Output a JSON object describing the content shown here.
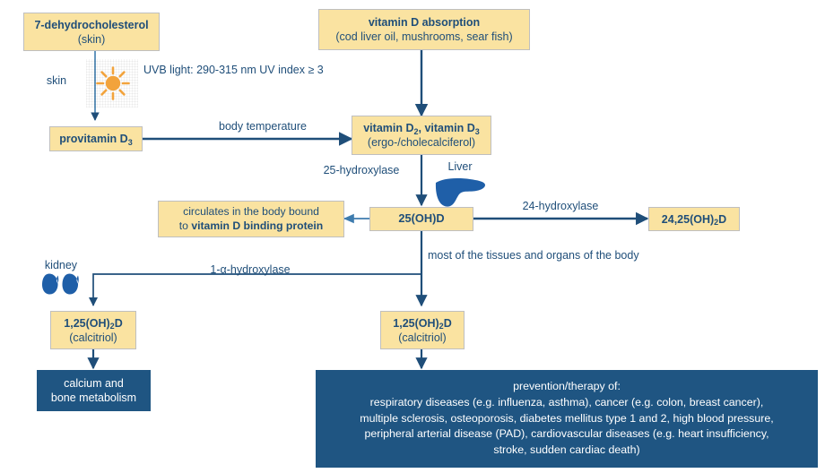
{
  "diagram": {
    "title": "Vitamin D metabolism pathway",
    "colors": {
      "node_fill": "#FAE3A1",
      "node_border": "#BFBFBF",
      "text_blue": "#1F4E79",
      "arrow_blue": "#1F4E79",
      "blue_fill": "#1F5582",
      "sun_orange": "#F2A33C",
      "organ_blue": "#1F5FA8"
    },
    "nodes": {
      "dehydrocholesterol": {
        "line1": "7-dehydrocholesterol",
        "line2": "(skin)"
      },
      "absorption": {
        "line1": "vitamin D absorption",
        "line2": "(cod liver oil, mushrooms, sear fish)"
      },
      "provitamin": {
        "line1": "provitamin D",
        "line1_sub": "3"
      },
      "vitamin_d2_d3": {
        "line1_a": "vitamin D",
        "line1_sub_a": "2",
        "line1_b": ", vitamin D",
        "line1_sub_b": "3",
        "line2": "(ergo-/cholecalciferol)"
      },
      "circulates": {
        "line1": "circulates in the body bound",
        "line2_pre": "to ",
        "line2_bold": "vitamin D binding protein"
      },
      "ohd25": {
        "line1_a": "25(OH)D"
      },
      "ohd2425": {
        "line1_a": "24,25(OH)",
        "line1_sub": "2",
        "line1_b": "D"
      },
      "calcitriol_kidney": {
        "line1_a": "1,25(OH)",
        "line1_sub": "2",
        "line1_b": "D",
        "line2": "(calcitriol)"
      },
      "calcitriol_tissues": {
        "line1_a": "1,25(OH)",
        "line1_sub": "2",
        "line1_b": "D",
        "line2": "(calcitriol)"
      },
      "calcium": {
        "line1": "calcium and",
        "line2": "bone metabolism"
      },
      "prevention": {
        "lines": [
          "prevention/therapy of:",
          "respiratory diseases (e.g. influenza, asthma), cancer (e.g. colon, breast cancer),",
          "multiple sclerosis, osteoporosis, diabetes mellitus type 1 and 2, high blood pressure,",
          "peripheral arterial disease (PAD), cardiovascular diseases (e.g. heart insufficiency,",
          "stroke, sudden cardiac death)"
        ]
      }
    },
    "edge_labels": {
      "skin": "skin",
      "uvb_l1": "UVB light:",
      "uvb_l2": "290-315 nm",
      "uvb_l3": "UV index ≥ 3",
      "body_temperature": "body temperature",
      "hydroxylase_25": "25-hydroxylase",
      "liver": "Liver",
      "hydroxylase_24": "24-hydroxylase",
      "hydroxylase_1a": "1-α-hydroxylase",
      "kidney": "kidney",
      "tissues_l1": "most of the tissues",
      "tissues_l2": "and organs of the",
      "tissues_l3": "body"
    },
    "icons": {
      "sun": "sun-icon",
      "liver": "liver-icon",
      "kidney": "kidney-icon"
    }
  }
}
